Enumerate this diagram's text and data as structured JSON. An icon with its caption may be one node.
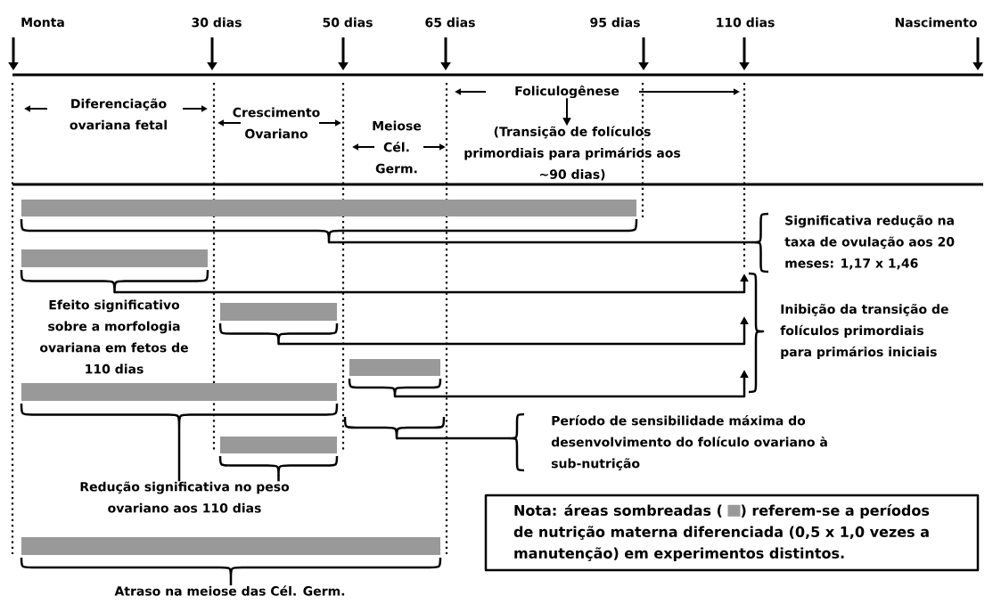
{
  "diagram": {
    "nodes": [
      {
        "text": [
          "Foliculogênese"
        ]
      },
      {
        "text": [
          "(Transição de folículos primordiais para primários aos ~90 dias)"
        ]
      },
      {
        "text": [],
        "shape": "bar"
      },
      {
        "text": [
          "Significativa redução na taxa de ovulação aos 20 meses: 1,17 x 1,46"
        ]
      },
      {
        "text": [],
        "shape": "bar"
      },
      {
        "text": [
          "Inibição da transição de folículos primordiais para primários iniciais"
        ]
      },
      {
        "text": [],
        "shape": "bar"
      },
      {
        "text": [],
        "shape": "bar"
      },
      {
        "text": [],
        "shape": "bar"
      },
      {
        "text": [],
        "shape": "brace"
      },
      {
        "text": [
          "Período de sensibilidade máxima do desenvolvimento do folículo ovariano à sub-nutrição"
        ]
      },
      {
        "text": [],
        "shape": "bar"
      },
      {
        "text": [
          "Redução significativa no peso ovariano aos 110 dias"
        ]
      },
      {
        "text": [
          "Nota: áreas sombreadas (",
          ") referem-se a períodos de nutrição materna diferenciada (0,5 x 1,0 vezes a manutenção) em experimentos distintos."
        ]
      },
      {
        "text": [],
        "shape": "bar"
      },
      {
        "text": [
          "Atraso na meiose das Cél. Germ."
        ]
      }
    ],
    "edges": [
      {
        "from": 0,
        "to": 1,
        "arrow": "to"
      },
      {
        "from": 2,
        "to": 3,
        "arrow": "none"
      },
      {
        "from": 4,
        "to": 5,
        "arrow": "to"
      },
      {
        "from": 6,
        "to": 5,
        "arrow": "to"
      },
      {
        "from": 7,
        "to": 5,
        "arrow": "to"
      },
      {
        "from": 8,
        "to": 12,
        "arrow": "none"
      },
      {
        "from": 9,
        "to": 10,
        "arrow": "none"
      },
      {
        "from": 11,
        "to": 12,
        "arrow": "none"
      },
      {
        "from": 14,
        "to": 15,
        "arrow": "none"
      }
    ],
    "labels": [
      "Monta",
      "30 dias",
      "50 dias",
      "65 dias",
      "95 dias",
      "110 dias",
      "Nascimento",
      "Diferenciação ovariana fetal",
      "Crescimento Ovariano",
      "Meiose Cél. Germ.",
      "Efeito significativo sobre a morfologia ovariana em fetos de 110 dias"
    ]
  }
}
